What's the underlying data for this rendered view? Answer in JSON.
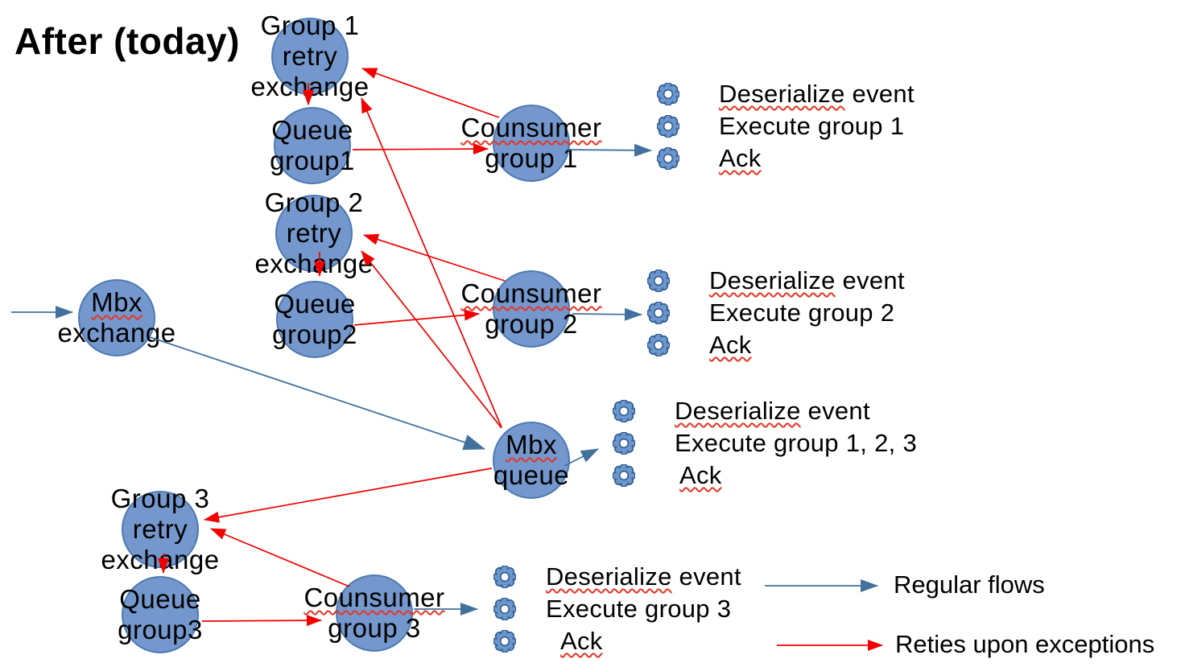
{
  "title": "After (today)",
  "colors": {
    "node_fill": "#7498cd",
    "node_border": "#4d7ab2",
    "regular_flow_blue": "#41719c",
    "retry_flow_red": "#f20000",
    "text": "#000000",
    "spellcheck_squiggle": "#e83425"
  },
  "icons": {
    "gear": "gear-icon"
  },
  "nodes": {
    "g1_retry_exchange": {
      "l1": "Group 1",
      "l2": "retry",
      "l3": "exchange"
    },
    "queue_group1": {
      "l1": "Queue",
      "l2": "group1"
    },
    "consumer_group1": {
      "l1": "Counsumer",
      "l2": "group 1"
    },
    "g2_retry_exchange": {
      "l1": "Group 2",
      "l2": "retry",
      "l3": "exchange"
    },
    "queue_group2": {
      "l1": "Queue",
      "l2": "group2"
    },
    "consumer_group2": {
      "l1": "Counsumer",
      "l2": "group 2"
    },
    "mbx_exchange": {
      "l1": "Mbx",
      "l2": "exchange"
    },
    "mbx_queue": {
      "l1": "Mbx",
      "l2": "queue"
    },
    "g3_retry_exchange": {
      "l1": "Group 3",
      "l2": "retry",
      "l3": "exchange"
    },
    "queue_group3": {
      "l1": "Queue",
      "l2": "group3"
    },
    "consumer_group3": {
      "l1": "Counsumer",
      "l2": "group 3"
    }
  },
  "tasks": {
    "group1": {
      "r1a": "Deserialize",
      "r1b": " event",
      "r2": "Execute group 1",
      "r3": "Ack"
    },
    "group2": {
      "r1a": "Deserialize",
      "r1b": " event",
      "r2": "Execute group 2",
      "r3": "Ack"
    },
    "mbx": {
      "r1a": "Deserialize",
      "r1b": " event",
      "r2": "Execute group 1, 2, 3",
      "r3": "Ack"
    },
    "group3": {
      "r1a": "Deserialize",
      "r1b": " event",
      "r2": "Execute group 3",
      "r3": "Ack"
    }
  },
  "legend": {
    "regular": "Regular flows",
    "retries": "Reties upon exceptions"
  }
}
